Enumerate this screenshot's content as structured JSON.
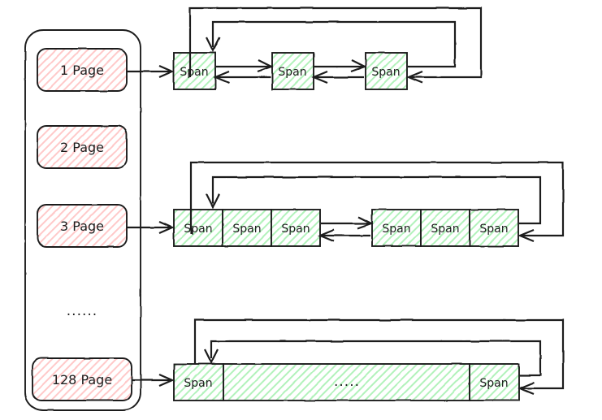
{
  "diagram": {
    "title": "page-cache-span-list-diagram",
    "colors": {
      "page_fill": "#ffc9c9",
      "page_stroke": "#1e1e1e",
      "span_fill": "#b2f2bb",
      "span_stroke": "#1e1e1e",
      "line": "#1e1e1e",
      "background": "#ffffff"
    },
    "container": {
      "name": "page-list-container"
    },
    "page_boxes": [
      {
        "label": "1 Page"
      },
      {
        "label": "2 Page"
      },
      {
        "label": "3 Page"
      },
      {
        "label": "128 Page"
      }
    ],
    "page_ellipsis": "......",
    "rows": [
      {
        "name": "row-1-page",
        "source_page": "1 Page",
        "groups": [
          {
            "cells": [
              {
                "label": "Span"
              }
            ]
          },
          {
            "cells": [
              {
                "label": "Span"
              }
            ]
          },
          {
            "cells": [
              {
                "label": "Span"
              }
            ]
          }
        ]
      },
      {
        "name": "row-3-page",
        "source_page": "3 Page",
        "groups": [
          {
            "cells": [
              {
                "label": "Span"
              },
              {
                "label": "Span"
              },
              {
                "label": "Span"
              }
            ]
          },
          {
            "cells": [
              {
                "label": "Span"
              },
              {
                "label": "Span"
              },
              {
                "label": "Span"
              }
            ]
          }
        ]
      },
      {
        "name": "row-128-page",
        "source_page": "128 Page",
        "groups": [
          {
            "cells": [
              {
                "label": "Span"
              }
            ]
          },
          {
            "cells": [
              {
                "label": "....."
              }
            ]
          },
          {
            "cells": [
              {
                "label": "Span"
              }
            ]
          }
        ]
      }
    ]
  }
}
